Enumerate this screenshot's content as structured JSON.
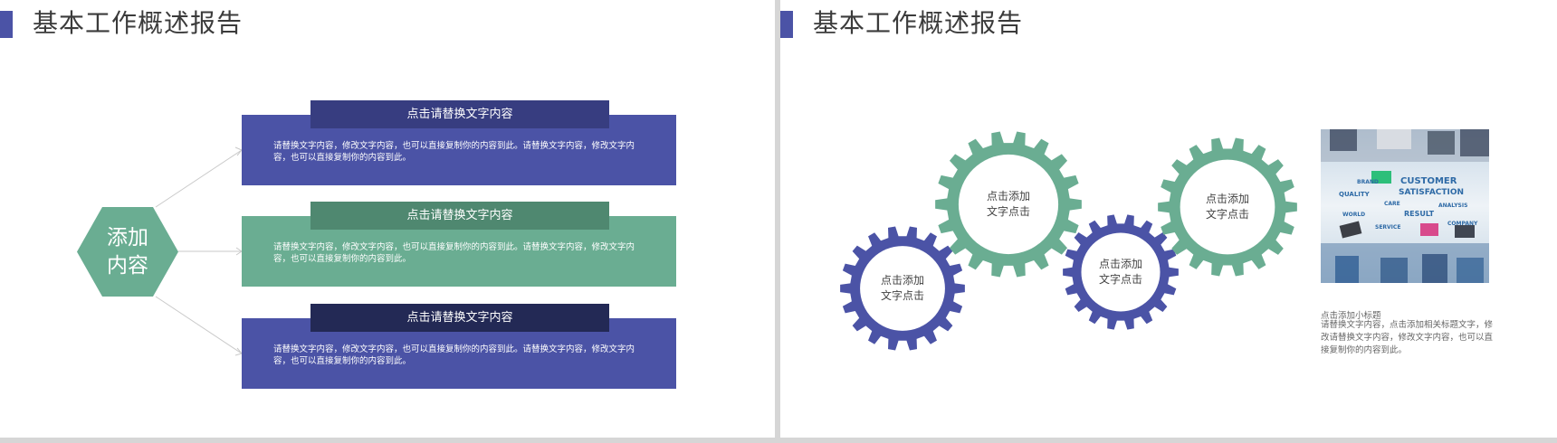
{
  "colors": {
    "accent": "#4b53a6",
    "green": "#6aad92",
    "text": "#3b3b3b"
  },
  "left": {
    "title": "基本工作概述报告",
    "hexagon_text": "添加\n内容",
    "boxes": [
      {
        "header": "点击请替换文字内容",
        "body": "请替换文字内容，修改文字内容，也可以直接复制你的内容到此。请替换文字内容，修改文字内容，也可以直接复制你的内容到此。"
      },
      {
        "header": "点击请替换文字内容",
        "body": "请替换文字内容，修改文字内容，也可以直接复制你的内容到此。请替换文字内容，修改文字内容，也可以直接复制你的内容到此。"
      },
      {
        "header": "点击请替换文字内容",
        "body": "请替换文字内容，修改文字内容，也可以直接复制你的内容到此。请替换文字内容，修改文字内容，也可以直接复制你的内容到此。"
      }
    ]
  },
  "right": {
    "title": "基本工作概述报告",
    "gears": [
      {
        "label": "点击添加\n文字点击",
        "color": "#4b53a6"
      },
      {
        "label": "点击添加\n文字点击",
        "color": "#6aad92"
      },
      {
        "label": "点击添加\n文字点击",
        "color": "#4b53a6"
      },
      {
        "label": "点击添加\n文字点击",
        "color": "#6aad92"
      }
    ],
    "image_words": [
      "CUSTOMER",
      "SATISFACTION",
      "QUALITY",
      "RESULT",
      "COMPANY",
      "WORLD",
      "CARE",
      "BRAND",
      "ANALYSIS",
      "SERVICE"
    ],
    "caption_title": "点击添加小标题",
    "caption_body": "请替换文字内容，点击添加相关标题文字，修改请替换文字内容，修改文字内容，也可以直接复制你的内容到此。"
  }
}
